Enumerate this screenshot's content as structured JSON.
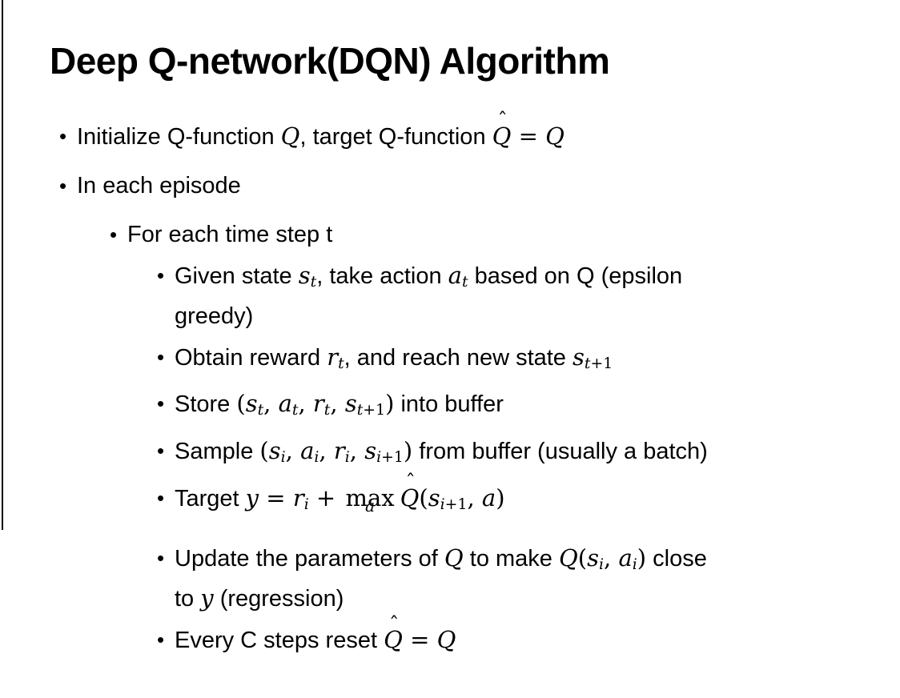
{
  "slide": {
    "title": "Deep Q-network(DQN) Algorithm",
    "bullets": [
      {
        "level": 1,
        "runs": [
          {
            "k": "t",
            "v": "Initialize Q-function "
          },
          {
            "k": "v",
            "v": "Q"
          },
          {
            "k": "t",
            "v": ", target Q-function "
          },
          {
            "k": "vh",
            "v": "Q"
          },
          {
            "k": "op",
            "v": " = "
          },
          {
            "k": "v",
            "v": "Q"
          }
        ]
      },
      {
        "level": 1,
        "runs": [
          {
            "k": "t",
            "v": "In each episode"
          }
        ]
      },
      {
        "level": 2,
        "runs": [
          {
            "k": "t",
            "v": "For each time step t"
          }
        ]
      },
      {
        "level": 3,
        "runs": [
          {
            "k": "t",
            "v": "Given state "
          },
          {
            "k": "v",
            "v": "s",
            "sub": "t"
          },
          {
            "k": "t",
            "v": ", take action "
          },
          {
            "k": "v",
            "v": "a",
            "sub": "t"
          },
          {
            "k": "t",
            "v": " based on Q (epsilon"
          },
          {
            "k": "br"
          },
          {
            "k": "t",
            "v": "greedy)"
          }
        ]
      },
      {
        "level": 3,
        "runs": [
          {
            "k": "t",
            "v": "Obtain reward "
          },
          {
            "k": "v",
            "v": "r",
            "sub": "t"
          },
          {
            "k": "t",
            "v": ", and reach new state "
          },
          {
            "k": "v",
            "v": "s",
            "sub": "t+1"
          }
        ]
      },
      {
        "level": 3,
        "runs": [
          {
            "k": "t",
            "v": "Store "
          },
          {
            "k": "op",
            "v": "("
          },
          {
            "k": "v",
            "v": "s",
            "sub": "t"
          },
          {
            "k": "op",
            "v": ", "
          },
          {
            "k": "v",
            "v": "a",
            "sub": "t"
          },
          {
            "k": "op",
            "v": ", "
          },
          {
            "k": "v",
            "v": "r",
            "sub": "t"
          },
          {
            "k": "op",
            "v": ", "
          },
          {
            "k": "v",
            "v": "s",
            "sub": "t+1"
          },
          {
            "k": "op",
            "v": ")"
          },
          {
            "k": "t",
            "v": " into buffer"
          }
        ]
      },
      {
        "level": 3,
        "runs": [
          {
            "k": "t",
            "v": "Sample "
          },
          {
            "k": "op",
            "v": "("
          },
          {
            "k": "v",
            "v": "s",
            "sub": "i"
          },
          {
            "k": "op",
            "v": ", "
          },
          {
            "k": "v",
            "v": "a",
            "sub": "i"
          },
          {
            "k": "op",
            "v": ", "
          },
          {
            "k": "v",
            "v": "r",
            "sub": "i"
          },
          {
            "k": "op",
            "v": ", "
          },
          {
            "k": "v",
            "v": "s",
            "sub": "i+1"
          },
          {
            "k": "op",
            "v": ")"
          },
          {
            "k": "t",
            "v": " from buffer (usually a batch)"
          }
        ]
      },
      {
        "level": 3,
        "runs": [
          {
            "k": "t",
            "v": "Target "
          },
          {
            "k": "v",
            "v": "y"
          },
          {
            "k": "op",
            "v": " = "
          },
          {
            "k": "v",
            "v": "r",
            "sub": "i"
          },
          {
            "k": "op",
            "v": " + "
          },
          {
            "k": "max",
            "v": "max",
            "under": "a"
          },
          {
            "k": "vh",
            "v": "Q"
          },
          {
            "k": "op",
            "v": "("
          },
          {
            "k": "v",
            "v": "s",
            "sub": "i+1"
          },
          {
            "k": "op",
            "v": ", "
          },
          {
            "k": "v",
            "v": "a"
          },
          {
            "k": "op",
            "v": ")"
          }
        ]
      },
      {
        "level": 3,
        "runs": [
          {
            "k": "t",
            "v": "Update the parameters of "
          },
          {
            "k": "v",
            "v": "Q"
          },
          {
            "k": "t",
            "v": " to make "
          },
          {
            "k": "v",
            "v": "Q"
          },
          {
            "k": "op",
            "v": "("
          },
          {
            "k": "v",
            "v": "s",
            "sub": "i"
          },
          {
            "k": "op",
            "v": ", "
          },
          {
            "k": "v",
            "v": "a",
            "sub": "i"
          },
          {
            "k": "op",
            "v": ")"
          },
          {
            "k": "t",
            "v": " close"
          },
          {
            "k": "br"
          },
          {
            "k": "t",
            "v": "to "
          },
          {
            "k": "v",
            "v": "y"
          },
          {
            "k": "t",
            "v": " (regression)"
          }
        ]
      },
      {
        "level": 3,
        "runs": [
          {
            "k": "t",
            "v": "Every C steps reset "
          },
          {
            "k": "vh",
            "v": "Q"
          },
          {
            "k": "op",
            "v": " = "
          },
          {
            "k": "v",
            "v": "Q"
          }
        ]
      }
    ],
    "bullet_marker": "•"
  },
  "colors": {
    "background": "#ffffff",
    "text": "#000000",
    "border_line": "#000000"
  }
}
